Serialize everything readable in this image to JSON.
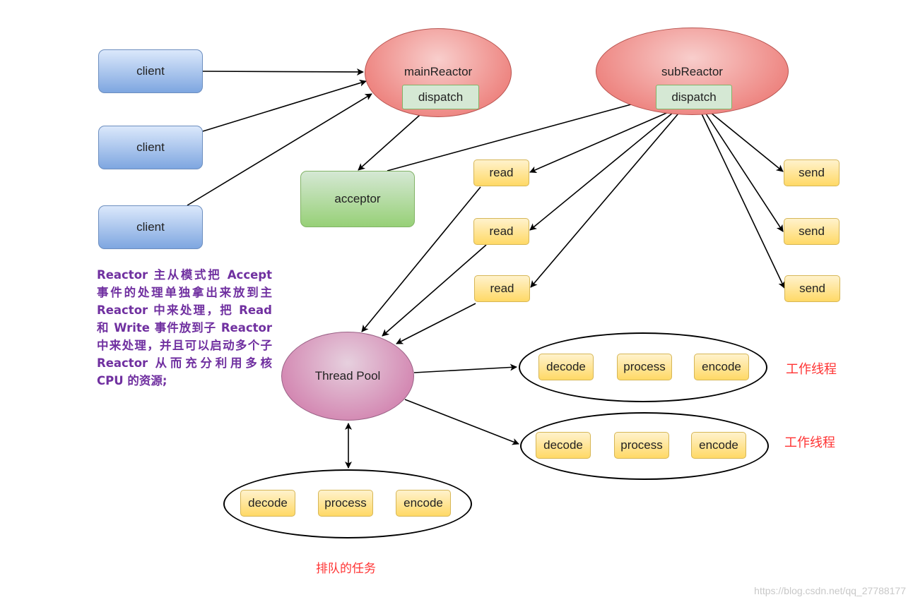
{
  "clients": [
    "client",
    "client",
    "client"
  ],
  "mainReactor": {
    "title": "mainReactor",
    "dispatch": "dispatch"
  },
  "subReactor": {
    "title": "subReactor",
    "dispatch": "dispatch"
  },
  "acceptor": "acceptor",
  "reads": [
    "read",
    "read",
    "read"
  ],
  "sends": [
    "send",
    "send",
    "send"
  ],
  "threadPool": "Thread Pool",
  "worker1": {
    "tasks": [
      "decode",
      "process",
      "encode"
    ],
    "label": "工作线程"
  },
  "worker2": {
    "tasks": [
      "decode",
      "process",
      "encode"
    ],
    "label": "工作线程"
  },
  "queue": {
    "tasks": [
      "decode",
      "process",
      "encode"
    ],
    "label": "排队的任务"
  },
  "description": "Reactor 主从模式把 Accept 事件的处理单独拿出来放到主 Reactor 中来处理，把 Read 和 Write 事件放到子 Reactor 中来处理，并且可以启动多个子 Reactor 从而充分利用多核 CPU 的资源;",
  "watermark": "https://blog.csdn.net/qq_27788177",
  "colors": {
    "description": "#7030a0",
    "workerLabel": "#ff3333",
    "reactor": "#ea6b66",
    "threadPool": "#cd6fa3",
    "client": "#7ea6e0",
    "acceptor": "#97d077",
    "task": "#ffd966"
  }
}
